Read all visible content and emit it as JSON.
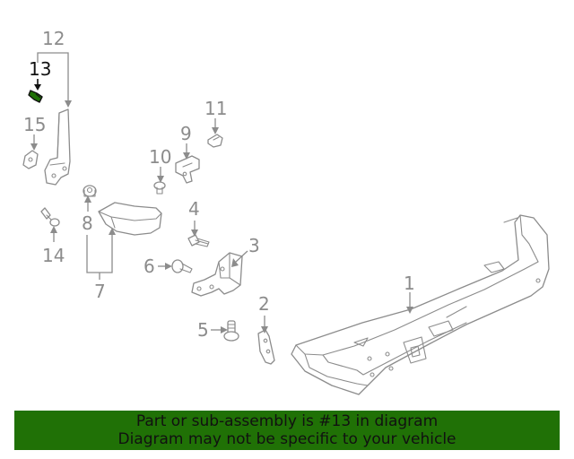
{
  "diagram": {
    "callouts": {
      "c1": "1",
      "c2": "2",
      "c3": "3",
      "c4": "4",
      "c5": "5",
      "c6": "6",
      "c7": "7",
      "c8": "8",
      "c9": "9",
      "c10": "10",
      "c11": "11",
      "c12": "12",
      "c13": "13",
      "c14": "14",
      "c15": "15"
    },
    "highlighted_part": "13",
    "colors": {
      "line": "#8c8c8c",
      "highlight_part": "#207106",
      "highlight_text": "#111111"
    }
  },
  "banner": {
    "line1": "Part or sub-assembly is #13 in diagram",
    "line2": "Diagram may not be specific to your vehicle",
    "background": "#207106"
  }
}
